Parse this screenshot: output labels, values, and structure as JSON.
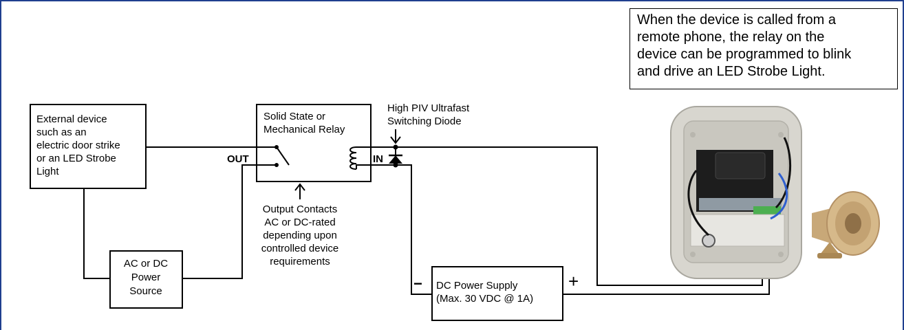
{
  "note": {
    "lines": [
      "When the device is called from a",
      "remote phone, the relay on the",
      "device can be programmed to blink",
      "and drive an LED Strobe Light."
    ]
  },
  "external_device": {
    "lines": [
      "External device",
      "such as an",
      "electric door strike",
      "or an LED Strobe",
      "Light"
    ]
  },
  "relay": {
    "lines": [
      "Solid State or",
      "Mechanical Relay"
    ]
  },
  "diode_label": {
    "lines": [
      "High PIV Ultrafast",
      "Switching Diode"
    ]
  },
  "output_contacts_label": {
    "lines": [
      "Output Contacts",
      "AC or DC-rated",
      "depending upon",
      "controlled device",
      "requirements"
    ]
  },
  "ac_dc_source": {
    "lines": [
      "AC or DC",
      "Power",
      "Source"
    ]
  },
  "dc_supply": {
    "lines": [
      "DC Power Supply",
      "(Max. 30 VDC @ 1A)"
    ],
    "minus": "−",
    "plus": "+"
  },
  "terminals": {
    "out": "OUT",
    "in": "IN"
  },
  "colors": {
    "frame": "#1f3f8f",
    "wire": "#000000",
    "enclosure": "#d8d6cf",
    "speaker": "#c8a878",
    "blue_wire": "#2f5fd0"
  }
}
